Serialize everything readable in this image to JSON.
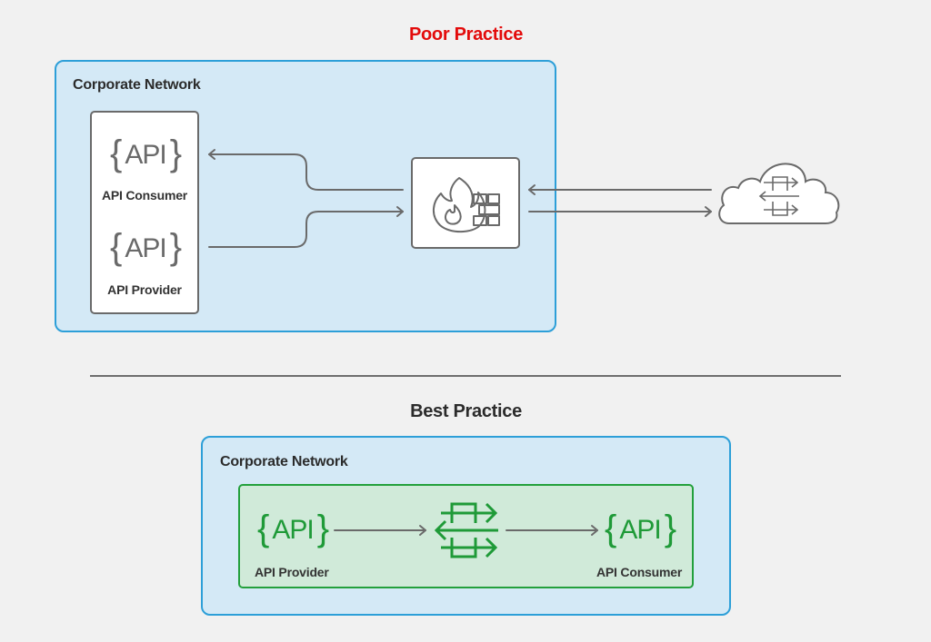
{
  "poor_practice": {
    "title": "Poor Practice",
    "network_label": "Corporate Network",
    "consumer": {
      "mark": "API",
      "label": "API Consumer"
    },
    "provider": {
      "mark": "API",
      "label": "API Provider"
    },
    "firewall_icon": "firewall-flame-brick-icon",
    "cloud_icon": "cloud-gateway-icon"
  },
  "best_practice": {
    "title": "Best Practice",
    "network_label": "Corporate Network",
    "provider": {
      "mark": "API",
      "label": "API Provider"
    },
    "consumer": {
      "mark": "API",
      "label": "API Consumer"
    },
    "gateway_icon": "api-gateway-arrows-icon"
  },
  "colors": {
    "poor_title": "#e30b0b",
    "network_fill": "#d4e9f6",
    "network_border": "#2d9fd8",
    "gateway_fill": "#d0ead9",
    "gateway_green": "#1f9a38",
    "line_gray": "#6a6a6a"
  }
}
